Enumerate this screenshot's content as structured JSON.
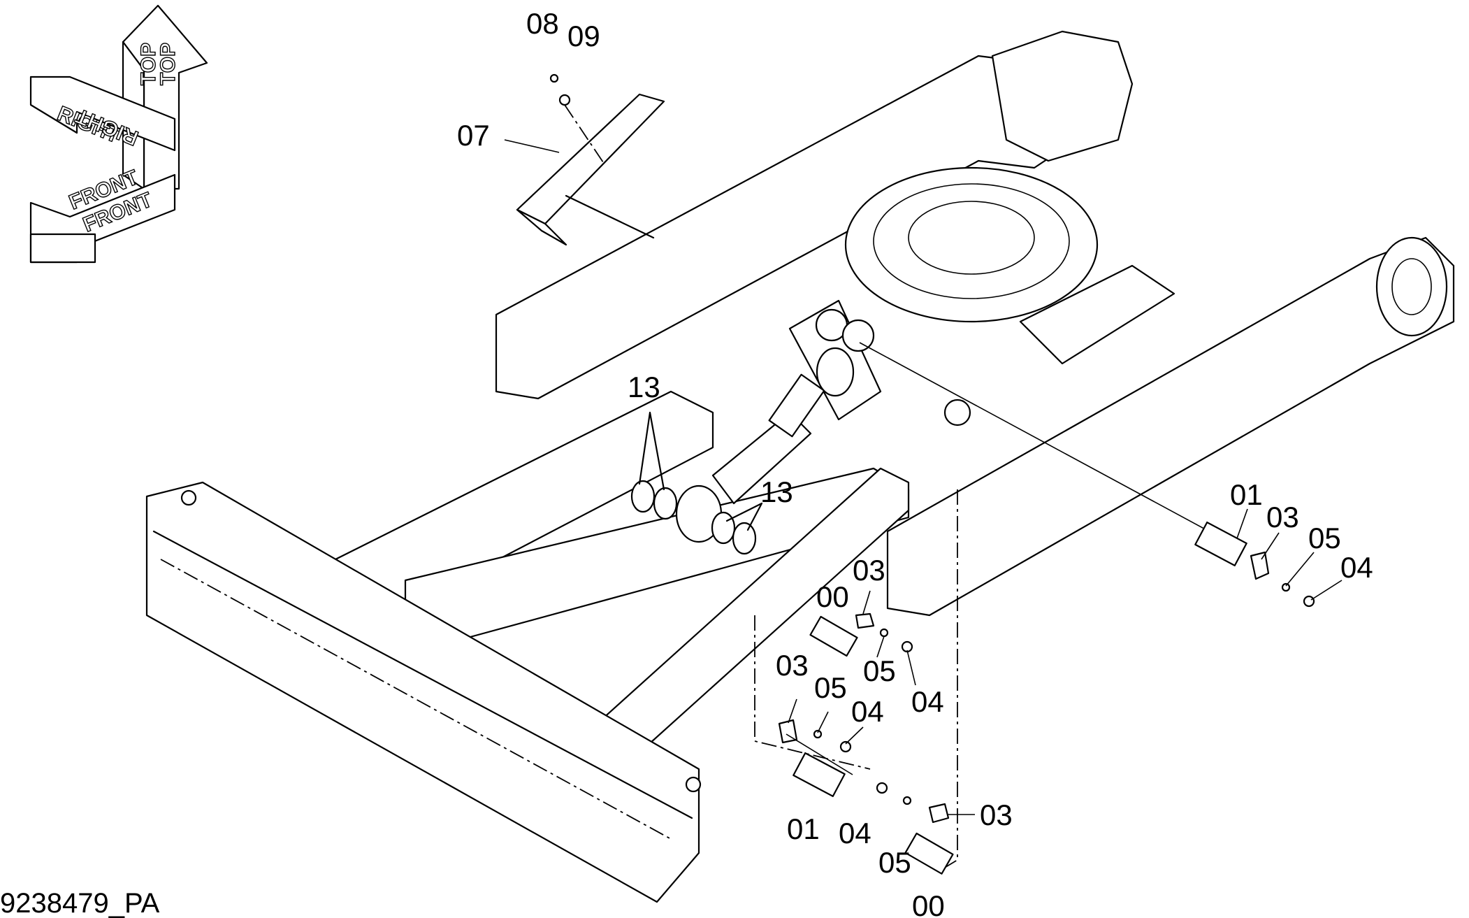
{
  "orientation": {
    "top_label": "TOP",
    "right_label": "RIGHT",
    "front_label": "FRONT"
  },
  "drawing_code": "9238479_PA",
  "callouts": {
    "c08": "08",
    "c09": "09",
    "c07": "07",
    "c13_upper": "13",
    "c13_lower": "13",
    "c01_right": "01",
    "c03_right": "03",
    "c05_right": "05",
    "c04_right": "04",
    "c00_upper": "00",
    "c03_upper": "03",
    "c05_upper": "05",
    "c04_upper": "04",
    "c03_mid": "03",
    "c05_mid": "05",
    "c04_mid": "04",
    "c01_lower": "01",
    "c04_lower": "04",
    "c05_lower": "05",
    "c03_lower": "03",
    "c00_lower": "00"
  }
}
